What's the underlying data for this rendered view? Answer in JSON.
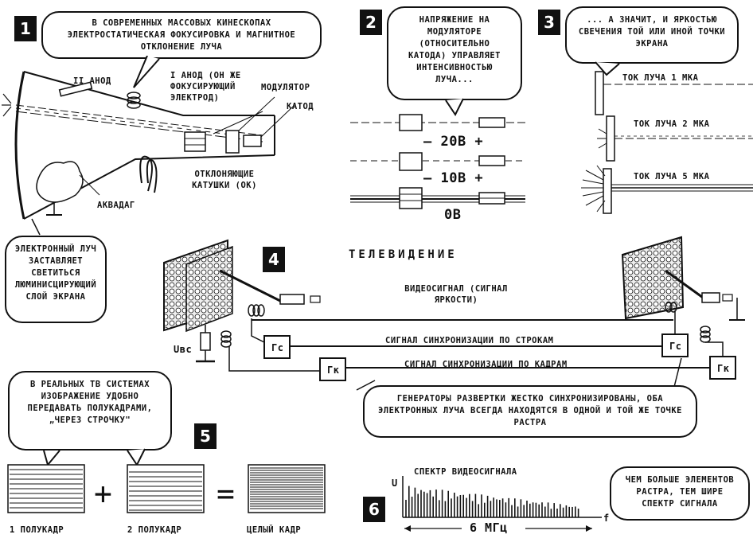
{
  "panel1": {
    "number": "1",
    "bubble_top": "В СОВРЕМЕННЫХ МАССОВЫХ КИНЕСКОПАХ ЭЛЕКТРОСТАТИЧЕСКАЯ ФОКУСИРОВКА И МАГНИТНОЕ ОТКЛОНЕНИЕ ЛУЧА",
    "anode2": "II АНОД",
    "anode1": "I АНОД (ОН ЖЕ ФОКУСИРУЮЩИЙ ЭЛЕКТРОД)",
    "modulator": "МОДУЛЯТОР",
    "cathode": "КАТОД",
    "coils": "ОТКЛОНЯЮЩИЕ КАТУШКИ (ОК)",
    "aquadag": "АКВАДАГ",
    "bubble_bottom": "ЭЛЕКТРОННЫЙ ЛУЧ ЗАСТАВЛЯЕТ СВЕТИТЬСЯ ЛЮМИНИСЦИРУЮЩИЙ СЛОЙ ЭКРАНА"
  },
  "panel2": {
    "number": "2",
    "bubble": "НАПРЯЖЕНИЕ НА МОДУЛЯТОРЕ (ОТНОСИТЕЛЬНО КАТОДА) УПРАВЛЯЕТ ИНТЕНСИВНОСТЬЮ ЛУЧА...",
    "v1": "— 20В +",
    "v2": "— 10В +",
    "v3": "0В"
  },
  "panel3": {
    "number": "3",
    "bubble": "... А ЗНАЧИТ, И ЯРКОСТЬЮ СВЕЧЕНИЯ ТОЙ ИЛИ ИНОЙ ТОЧКИ ЭКРАНА",
    "c1": "ТОК ЛУЧА 1 МКА",
    "c2": "ТОК ЛУЧА 2 МКА",
    "c3": "ТОК ЛУЧА 5 МКА"
  },
  "panel4": {
    "number": "4",
    "title": "ТЕЛЕВИДЕНИЕ",
    "video_signal": "ВИДЕОСИГНАЛ (СИГНАЛ ЯРКОСТИ)",
    "line_sync": "СИГНАЛ СИНХРОНИЗАЦИИ ПО СТРОКАМ",
    "frame_sync": "СИГНАЛ СИНХРОНИЗАЦИИ ПО КАДРАМ",
    "gen_line": "Гс",
    "gen_frame": "Гк",
    "ubc": "Uвс",
    "bubble": "ГЕНЕРАТОРЫ РАЗВЕРТКИ ЖЕСТКО СИНХРОНИЗИРОВАНЫ, ОБА ЭЛЕКТРОННЫХ ЛУЧА ВСЕГДА НАХОДЯТСЯ В ОДНОЙ И ТОЙ ЖЕ ТОЧКЕ РАСТРА"
  },
  "panel5": {
    "number": "5",
    "bubble": "В РЕАЛЬНЫХ ТВ СИСТЕМАХ ИЗОБРАЖЕНИЕ УДОБНО ПЕРЕДАВАТЬ ПОЛУКАДРАМИ, „ЧЕРЕЗ СТРОЧКУ\"",
    "half1": "1 ПОЛУКАДР",
    "half2": "2 ПОЛУКАДР",
    "full": "ЦЕЛЫЙ КАДР",
    "plus": "+",
    "equals": "="
  },
  "panel6": {
    "number": "6",
    "spectrum_label": "СПЕКТР ВИДЕОСИГНАЛА",
    "u_axis": "U",
    "f_axis": "f",
    "bandwidth": "6 МГц",
    "bubble": "ЧЕМ БОЛЬШЕ ЭЛЕМЕНТОВ РАСТРА, ТЕМ ШИРЕ СПЕКТР СИГНАЛА"
  }
}
